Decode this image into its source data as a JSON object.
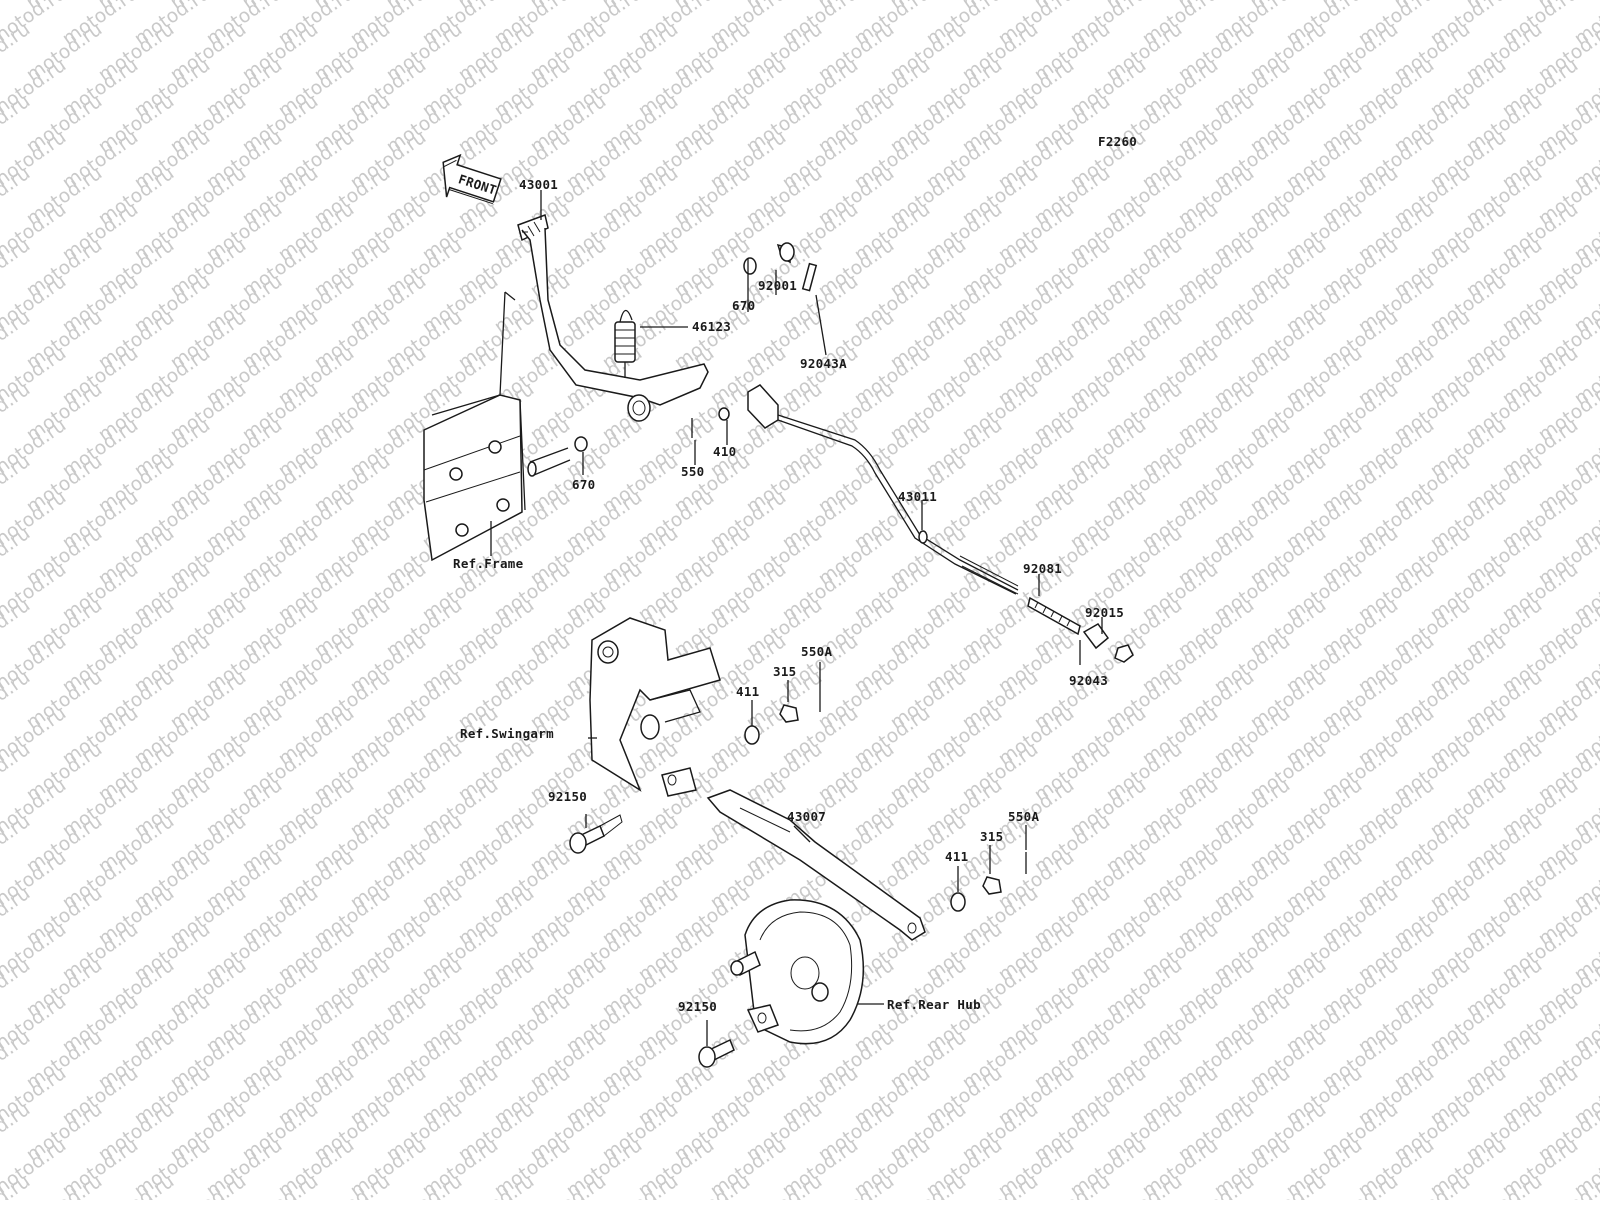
{
  "diagram": {
    "code": "F2260",
    "front_label": "FRONT",
    "watermark_text": "motod.ru",
    "colors": {
      "line": "#1a1a1a",
      "watermark": "#c9c9c9",
      "background": "#ffffff"
    },
    "labels": {
      "p43001": "43001",
      "p46123": "46123",
      "p670a": "670",
      "p92001": "92001",
      "p92043A": "92043A",
      "p550": "550",
      "p410": "410",
      "p670b": "670",
      "p43011": "43011",
      "p92081": "92081",
      "p92015": "92015",
      "p92043": "92043",
      "ref_frame": "Ref.Frame",
      "p550A_a": "550A",
      "p315_a": "315",
      "p411_a": "411",
      "ref_swingarm": "Ref.Swingarm",
      "p92150_a": "92150",
      "p43007": "43007",
      "p550A_b": "550A",
      "p315_b": "315",
      "p411_b": "411",
      "ref_rear_hub": "Ref.Rear Hub",
      "p92150_b": "92150"
    }
  }
}
